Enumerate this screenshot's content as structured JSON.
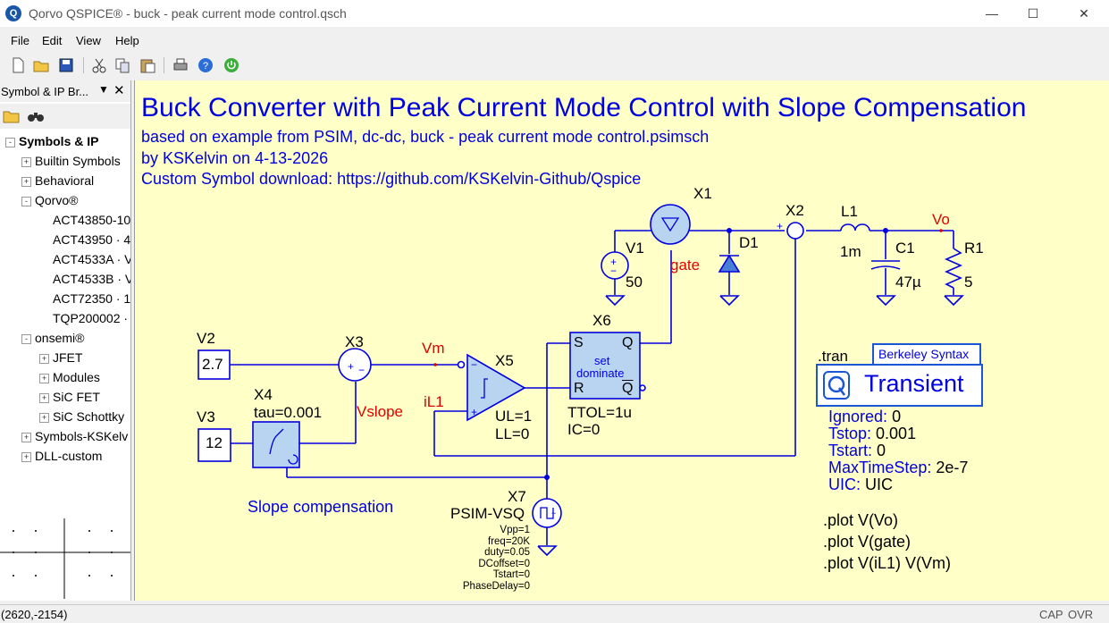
{
  "window": {
    "title": "Qorvo QSPICE® - buck - peak current mode control.qsch",
    "app_icon_letter": "Q"
  },
  "menu": [
    "File",
    "Edit",
    "View",
    "Help"
  ],
  "sidebar": {
    "title": "Symbol & IP Br...",
    "tree": [
      {
        "label": "Symbols & IP",
        "level": 0,
        "expander": "-"
      },
      {
        "label": "Builtin Symbols",
        "level": 1,
        "expander": "+"
      },
      {
        "label": "Behavioral",
        "level": 1,
        "expander": "+"
      },
      {
        "label": "Qorvo®",
        "level": 1,
        "expander": "-"
      },
      {
        "label": "ACT43850-10",
        "level": 2,
        "expander": ""
      },
      {
        "label": "ACT43950 · 4",
        "level": 2,
        "expander": ""
      },
      {
        "label": "ACT4533A · V",
        "level": 2,
        "expander": ""
      },
      {
        "label": "ACT4533B · V",
        "level": 2,
        "expander": ""
      },
      {
        "label": "ACT72350 · 1",
        "level": 2,
        "expander": ""
      },
      {
        "label": "TQP200002 ·",
        "level": 2,
        "expander": ""
      },
      {
        "label": "onsemi®",
        "level": 1,
        "expander": "-"
      },
      {
        "label": "JFET",
        "level": 2,
        "expander": "+"
      },
      {
        "label": "Modules",
        "level": 2,
        "expander": "+"
      },
      {
        "label": "SiC FET",
        "level": 2,
        "expander": "+"
      },
      {
        "label": "SiC Schottky",
        "level": 2,
        "expander": "+"
      },
      {
        "label": "Symbols-KSKelv",
        "level": 1,
        "expander": "+"
      },
      {
        "label": "DLL-custom",
        "level": 1,
        "expander": "+"
      }
    ]
  },
  "schematic": {
    "title": "Buck Converter with Peak Current Mode Control with Slope Compensation",
    "subtitle1": "based on example from PSIM, dc-dc, buck - peak current mode control.psimsch",
    "subtitle2": "by KSKelvin on 4-13-2026",
    "subtitle3": "Custom Symbol download: https://github.com/KSKelvin-Github/Qspice",
    "labels": {
      "x1": "X1",
      "x2": "X2",
      "x3": "X3",
      "x4": "X4",
      "x5": "X5",
      "x6": "X6",
      "x7": "X7",
      "l1": "L1",
      "l1_val": "1m",
      "c1": "C1",
      "c1_val": "47µ",
      "r1": "R1",
      "r1_val": "5",
      "d1": "D1",
      "v1": "V1",
      "v1_val": "50",
      "v2": "V2",
      "v2_val": "2.7",
      "v3": "V3",
      "v3_val": "12",
      "vo": "Vo",
      "gate": "gate",
      "vm": "Vm",
      "il1": "iL1",
      "vslope": "Vslope",
      "tau": "tau=0.001",
      "ul": "UL=1",
      "ll": "LL=0",
      "ttol": "TTOL=1u",
      "ic": "IC=0",
      "ff_s": "S",
      "ff_q": "Q",
      "ff_r": "R",
      "ff_qb": "Q",
      "ff_text1": "set",
      "ff_text2": "dominate",
      "psim": "PSIM-VSQ",
      "slope_comp": "Slope compensation",
      "vsq_params": [
        "Vpp=1",
        "freq=20K",
        "duty=0.05",
        "DCoffset=0",
        "Tstart=0",
        "PhaseDelay=0"
      ]
    },
    "tran": {
      "directive": ".tran",
      "syntax": "Berkeley Syntax",
      "analysis": "Transient",
      "params": [
        {
          "name": "Ignored:",
          "value": "0"
        },
        {
          "name": "Tstop:",
          "value": "0.001"
        },
        {
          "name": "Tstart:",
          "value": "0"
        },
        {
          "name": "MaxTimeStep:",
          "value": "2e-7"
        },
        {
          "name": "UIC:",
          "value": "UIC"
        }
      ]
    },
    "plots": [
      ".plot V(Vo)",
      ".plot V(gate)",
      ".plot V(iL1) V(Vm)"
    ]
  },
  "status": {
    "coords": "(2620,-2154)",
    "cap": "CAP",
    "ovr": "OVR"
  },
  "colors": {
    "wire": "#0000e0",
    "net_label": "#e00000",
    "canvas": "#ffffc8",
    "block_fill": "#b8d4f0"
  }
}
